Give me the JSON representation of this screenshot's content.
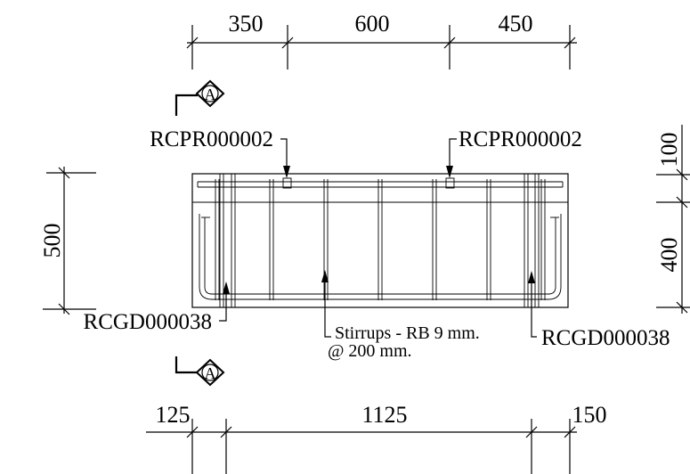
{
  "dimensions": {
    "top": [
      "350",
      "600",
      "450"
    ],
    "bottom": [
      "125",
      "1125",
      "150"
    ],
    "left": "500",
    "right": [
      "100",
      "400"
    ]
  },
  "callouts": {
    "pr_left": "RCPR000002",
    "pr_right": "RCPR000002",
    "gd_left": "RCGD000038",
    "gd_right": "RCGD000038"
  },
  "stirrup_note": {
    "line1": "Stirrups - RB 9 mm.",
    "line2": "@ 200 mm."
  },
  "section_markers": {
    "top": "A",
    "bottom": "A"
  }
}
